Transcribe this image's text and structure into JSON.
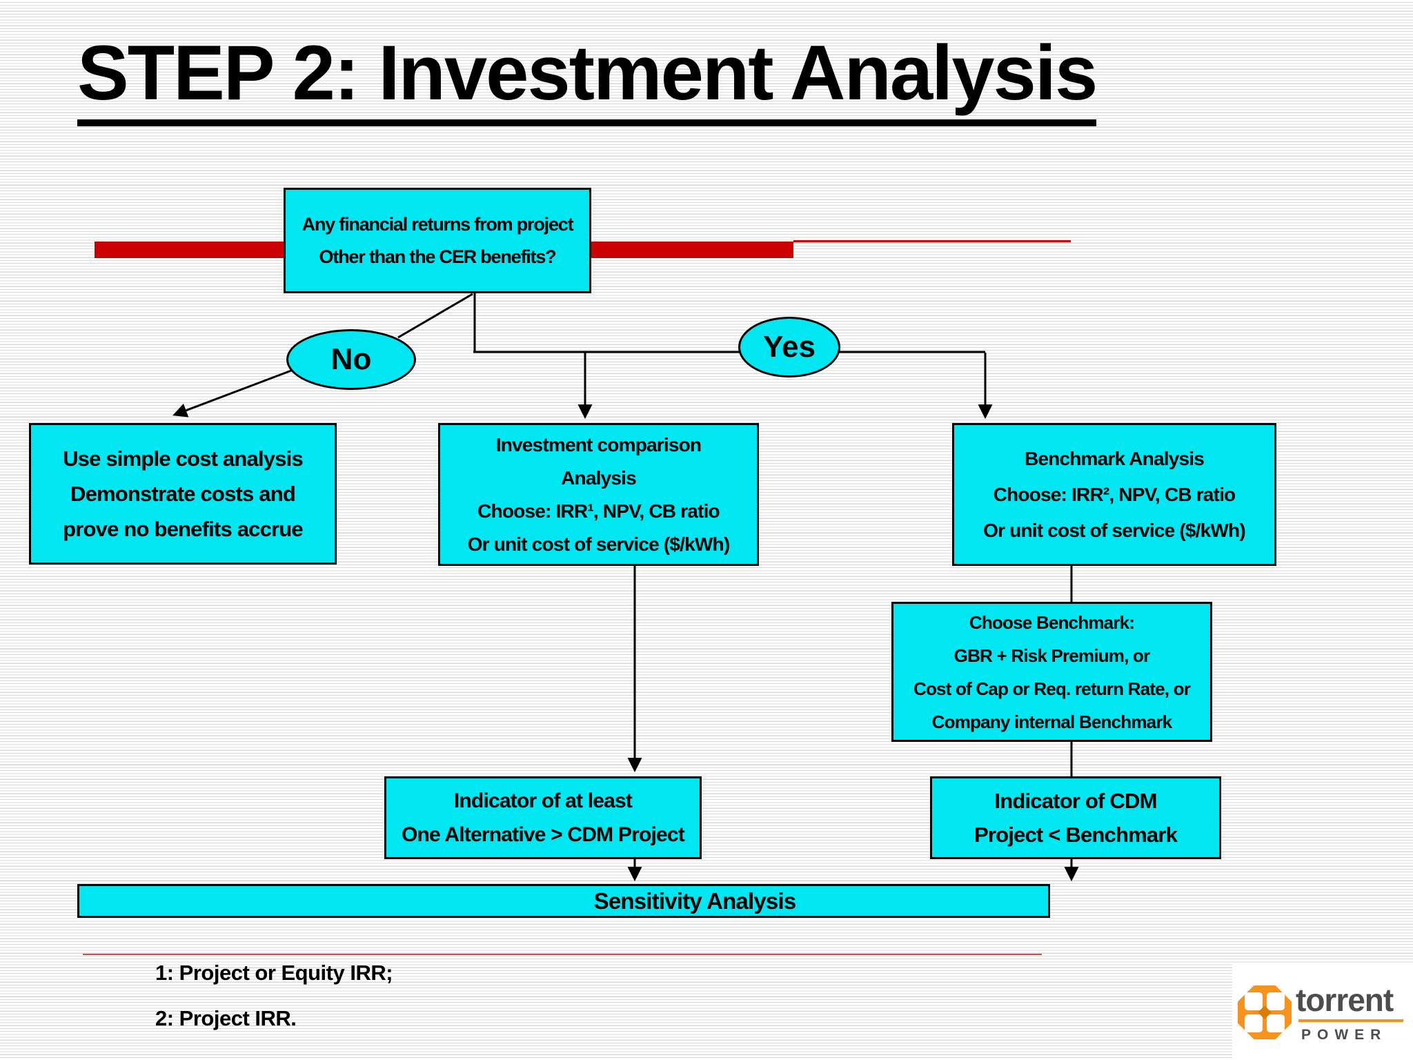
{
  "slide": {
    "title": "STEP 2: Investment Analysis",
    "footnote_1": "1: Project or Equity IRR;",
    "footnote_2": "2: Project IRR."
  },
  "flowchart": {
    "question": {
      "line1": "Any financial returns from project",
      "line2": "Other than the CER benefits?"
    },
    "branch_no": "No",
    "branch_yes": "Yes",
    "simple_cost": {
      "line1": "Use simple cost analysis",
      "line2": "Demonstrate costs and",
      "line3": "prove no benefits accrue"
    },
    "investment_comparison": {
      "line1": "Investment comparison",
      "line2": "Analysis",
      "line3": "Choose: IRR¹, NPV, CB ratio",
      "line4": "Or unit cost of service ($/kWh)"
    },
    "benchmark_analysis": {
      "line1": "Benchmark Analysis",
      "line2": "Choose: IRR², NPV, CB ratio",
      "line3": "Or unit cost of service ($/kWh)"
    },
    "choose_benchmark": {
      "line1": "Choose Benchmark:",
      "line2": "GBR + Risk Premium, or",
      "line3": "Cost of Cap or Req. return Rate, or",
      "line4": "Company internal Benchmark"
    },
    "indicator_alternative": {
      "line1": "Indicator of at least",
      "line2": "One Alternative > CDM Project"
    },
    "indicator_cdm": {
      "line1": "Indicator of CDM",
      "line2": "Project < Benchmark"
    },
    "sensitivity": "Sensitivity Analysis"
  },
  "logo": {
    "name": "torrent",
    "sub": "POWER"
  },
  "colors": {
    "box_fill": "#00E7F2",
    "accent_red": "#CC0000",
    "divider_red": "#C0504D",
    "logo_orange": "#F6921E",
    "logo_gray": "#4D4D4F"
  }
}
